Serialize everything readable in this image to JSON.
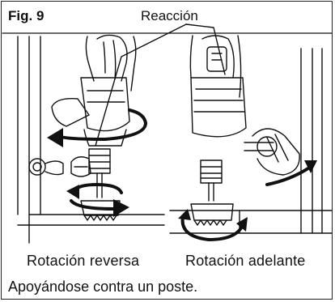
{
  "figure": {
    "label": "Fig. 9",
    "callout": "Reacción",
    "caption_left": "Rotación reversa",
    "caption_right": "Rotación adelante",
    "note": "Apoyándose contra un poste."
  }
}
